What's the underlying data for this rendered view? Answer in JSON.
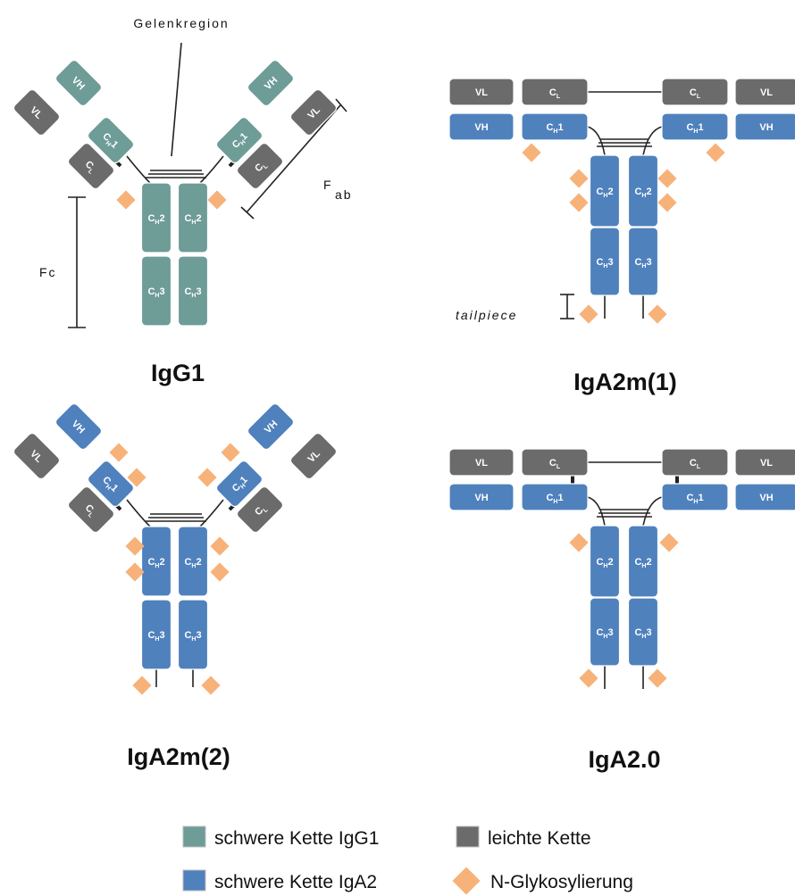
{
  "colors": {
    "heavy_igg1": "#6e9c97",
    "heavy_iga2": "#4f81bd",
    "light": "#6b6b6b",
    "glyco": "#f7b27a",
    "line": "#222222"
  },
  "labels": {
    "hinge": "Gelenkregion",
    "fab": "F",
    "fab_sub": "ab",
    "fc": "Fc",
    "tailpiece": "tailpiece",
    "vh": "VH",
    "vl": "VL",
    "c": "C",
    "h": "H",
    "l": "L",
    "d1": "1",
    "d2": "2",
    "d3": "3"
  },
  "panels": [
    {
      "title": "IgG1"
    },
    {
      "title": "IgA2m(1)"
    },
    {
      "title": "IgA2m(2)"
    },
    {
      "title": "IgA2.0"
    }
  ],
  "legend": {
    "heavy_igg1": "schwere Kette IgG1",
    "light": "leichte Kette",
    "heavy_iga2": "schwere Kette IgA2",
    "glyco": "N-Glykosylierung"
  }
}
